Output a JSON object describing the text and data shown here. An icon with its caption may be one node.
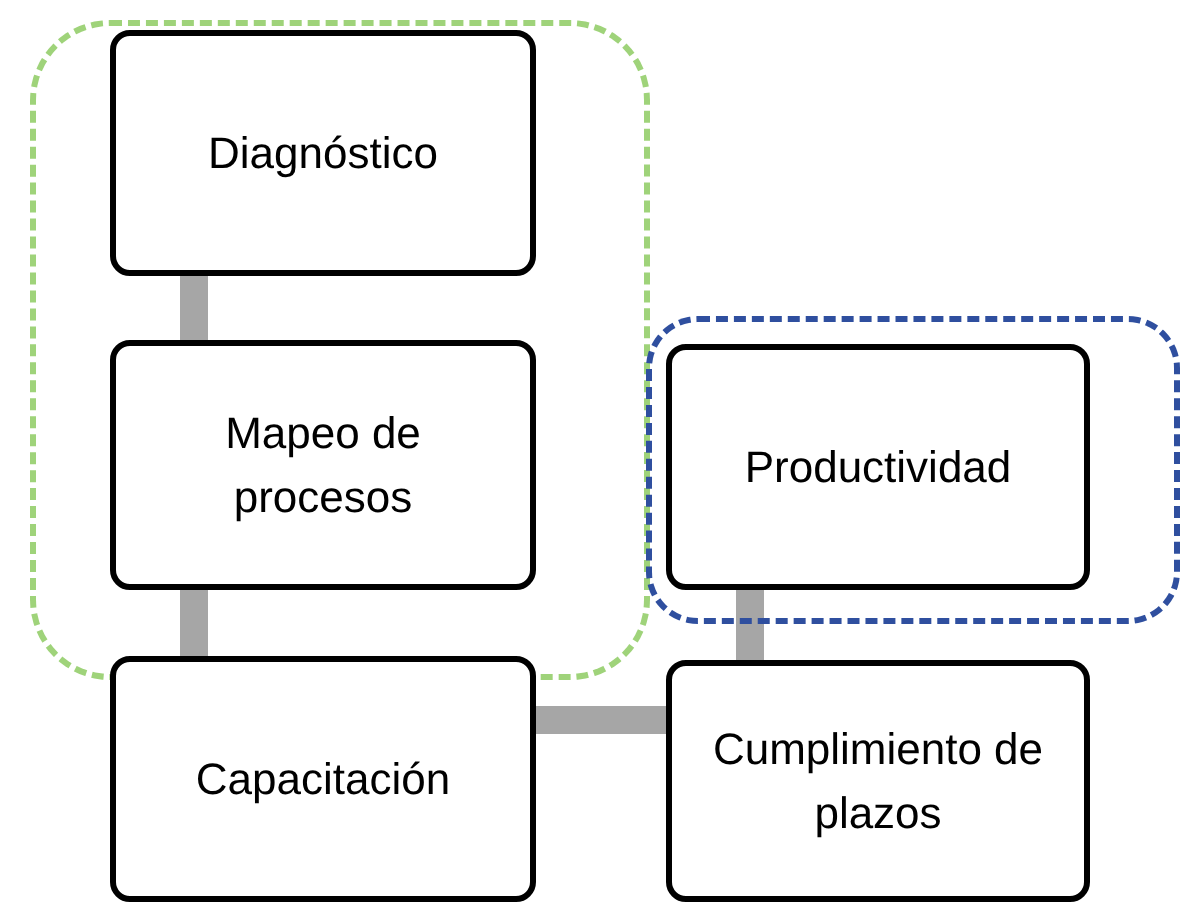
{
  "diagram": {
    "nodes": [
      {
        "text": [],
        "shape": "box"
      },
      {
        "text": [
          "Diagnóstico"
        ],
        "in": 0
      },
      {
        "text": [
          "Mapeo de procesos"
        ],
        "in": 0
      },
      {
        "text": [
          "Capacitación"
        ]
      },
      {
        "text": [],
        "shape": "box"
      },
      {
        "text": [
          "Productividad"
        ],
        "in": 4
      },
      {
        "text": [
          "Cumplimiento de plazos"
        ]
      }
    ],
    "edges": [
      {
        "from": 1,
        "to": 2,
        "arrow": "none"
      },
      {
        "from": 2,
        "to": 3,
        "arrow": "none"
      },
      {
        "from": 3,
        "to": 6,
        "arrow": "none"
      },
      {
        "from": 5,
        "to": 6,
        "arrow": "none"
      }
    ]
  }
}
